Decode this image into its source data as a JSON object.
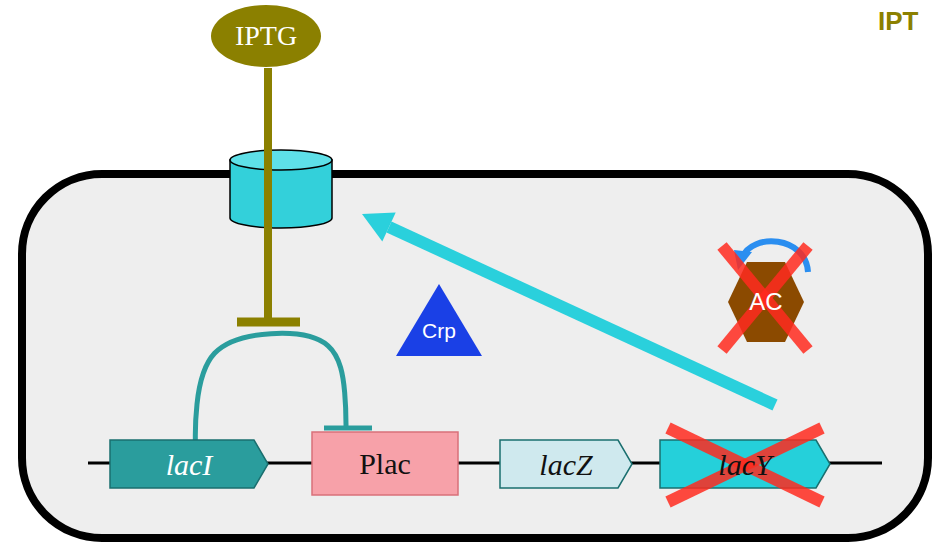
{
  "diagram": {
    "nodes": [
      {
        "text": [
          "IPTG"
        ]
      },
      {
        "text": [
          "Crp"
        ]
      },
      {
        "text": [
          "AC"
        ]
      },
      {
        "text": [
          "lacI"
        ]
      },
      {
        "text": [
          "Plac"
        ]
      },
      {
        "text": [
          "lacZ"
        ]
      },
      {
        "text": [
          "lacY"
        ]
      }
    ],
    "edges": [
      {
        "from": 3,
        "to": 4,
        "arrow": "to"
      }
    ],
    "labels": [
      "IPT"
    ]
  }
}
